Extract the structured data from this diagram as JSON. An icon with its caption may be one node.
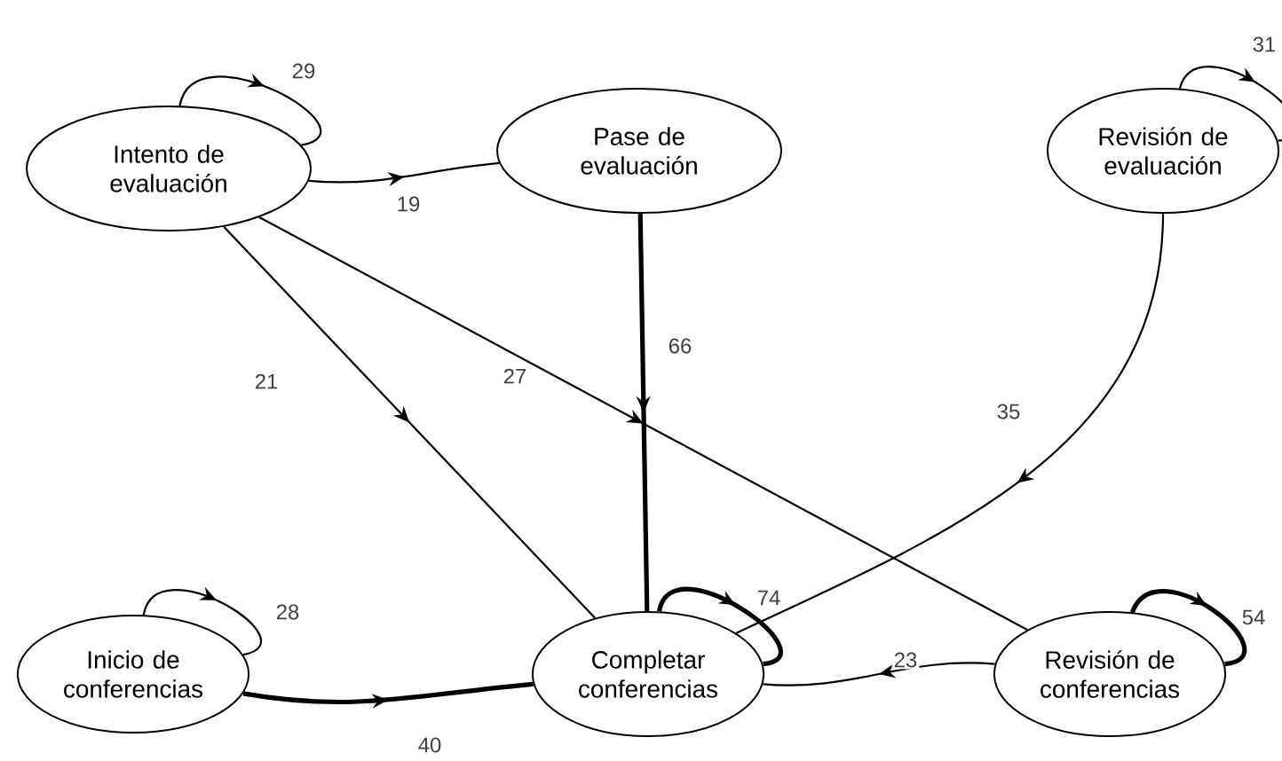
{
  "diagram": {
    "nodes": [
      {
        "text": [
          "Intento de evaluación"
        ]
      },
      {
        "text": [
          "Pase de evaluación"
        ]
      },
      {
        "text": [
          "Revisión de evaluación"
        ]
      },
      {
        "text": [
          "Inicio de conferencias"
        ]
      },
      {
        "text": [
          "Completar conferencias"
        ]
      },
      {
        "text": [
          "Revisión de conferencias"
        ]
      }
    ],
    "edges": [
      {
        "from": 0,
        "to": 0,
        "arrow": "to",
        "label": "29"
      },
      {
        "from": 0,
        "to": 1,
        "arrow": "to",
        "label": "19"
      },
      {
        "from": 2,
        "to": 2,
        "arrow": "to",
        "label": "31"
      },
      {
        "from": 0,
        "to": 4,
        "arrow": "to",
        "label": "21"
      },
      {
        "from": 0,
        "to": 5,
        "arrow": "to",
        "label": "27"
      },
      {
        "from": 1,
        "to": 4,
        "arrow": "to",
        "label": "66",
        "style": "thick"
      },
      {
        "from": 2,
        "to": 4,
        "arrow": "to",
        "label": "35"
      },
      {
        "from": 3,
        "to": 3,
        "arrow": "to",
        "label": "28"
      },
      {
        "from": 4,
        "to": 4,
        "arrow": "to",
        "label": "74",
        "style": "thick"
      },
      {
        "from": 5,
        "to": 5,
        "arrow": "to",
        "label": "54",
        "style": "thick"
      },
      {
        "from": 3,
        "to": 4,
        "arrow": "to",
        "label": "40",
        "style": "thick"
      },
      {
        "from": 5,
        "to": 4,
        "arrow": "to",
        "label": "23"
      }
    ]
  }
}
